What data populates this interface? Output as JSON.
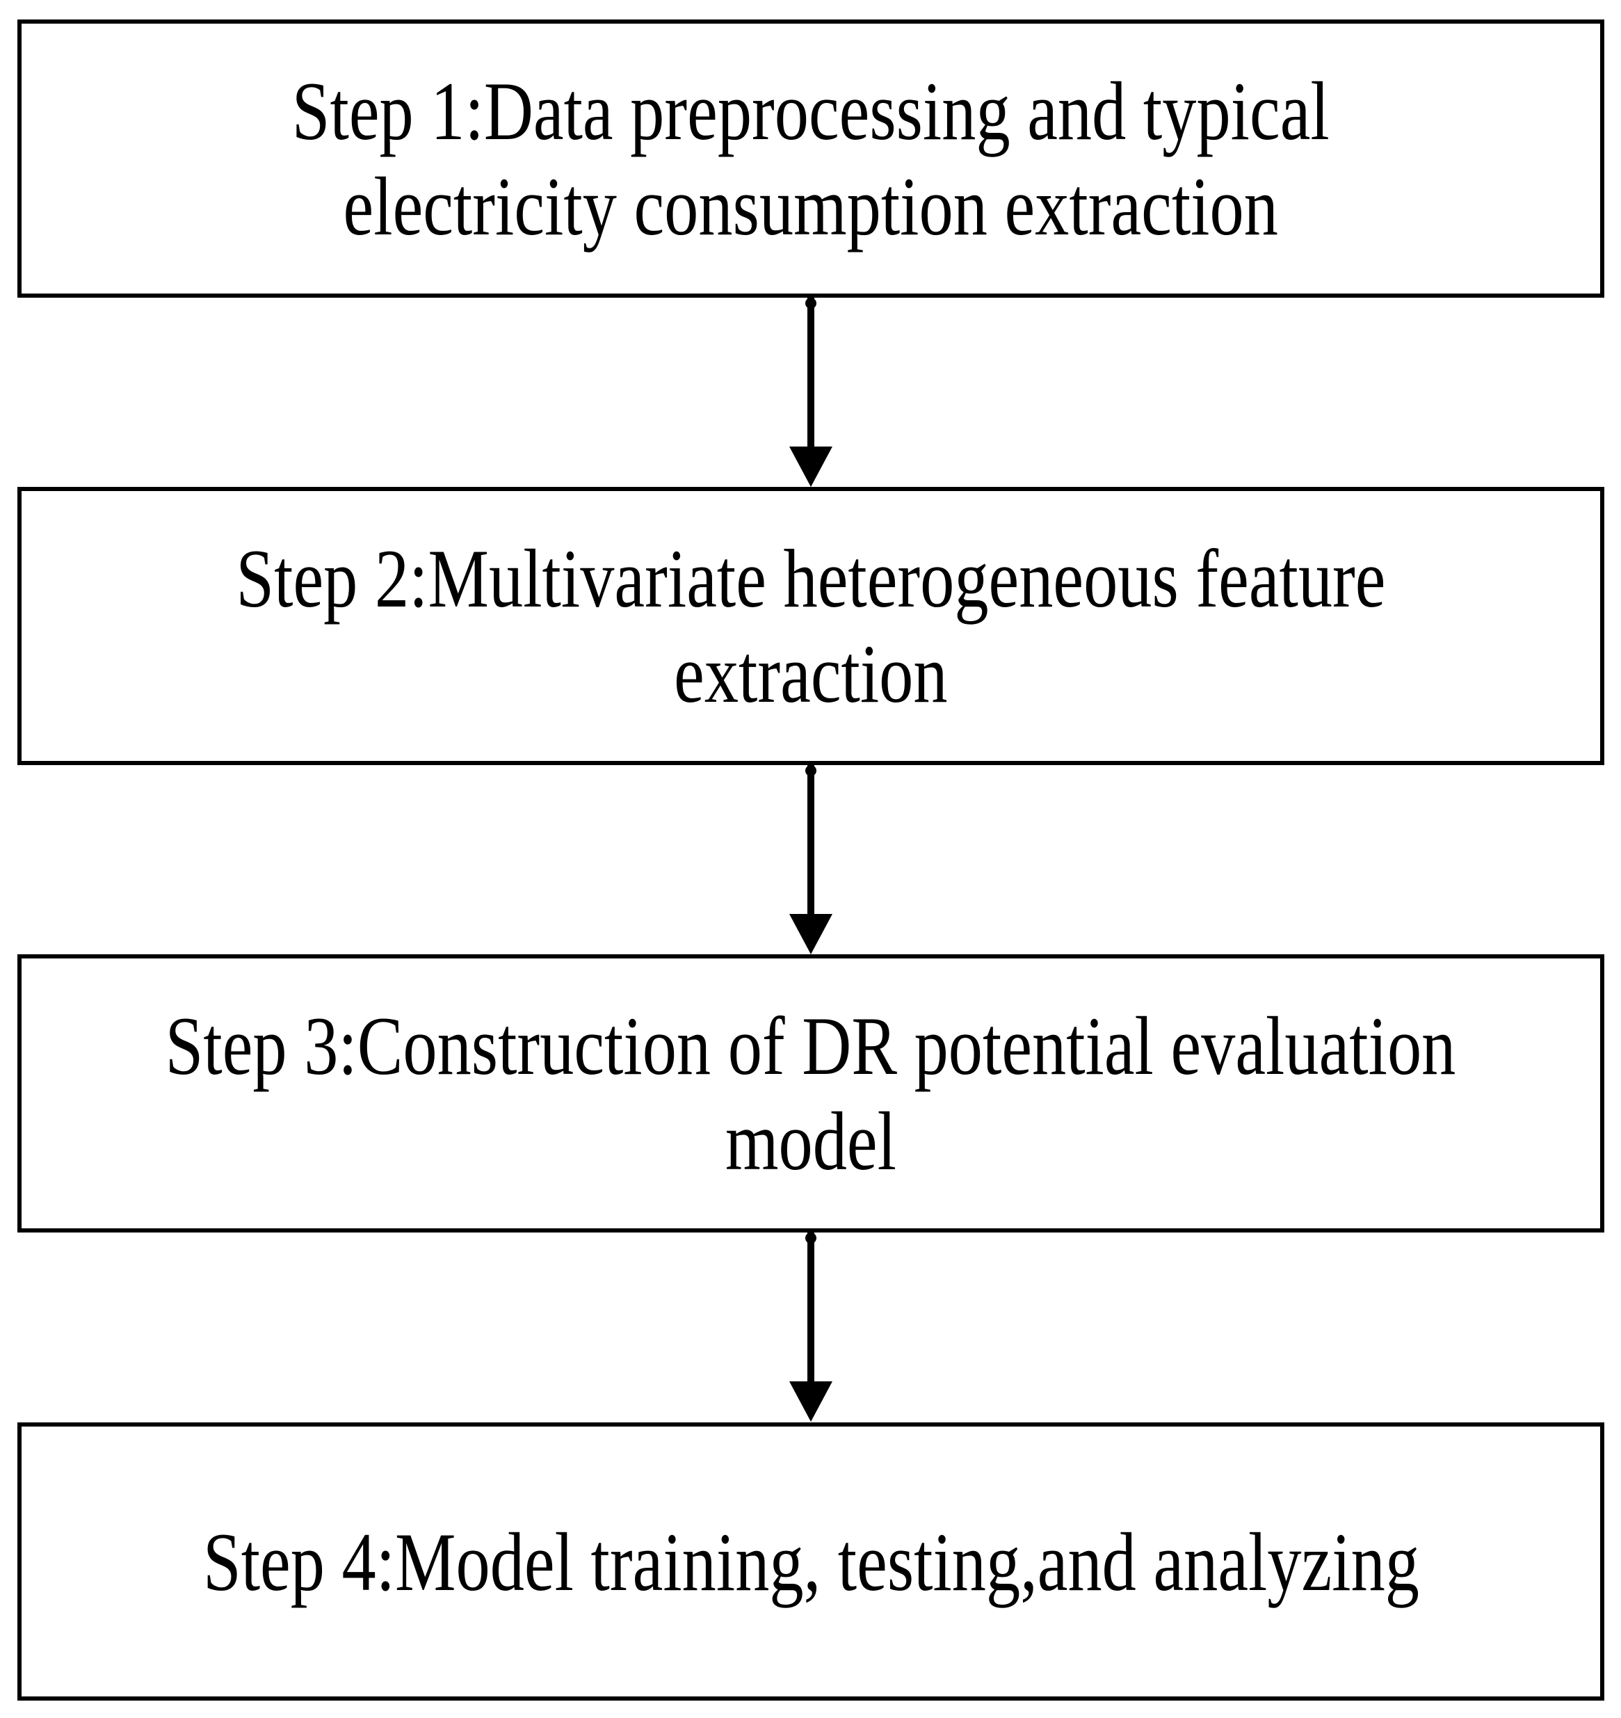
{
  "figure": {
    "type": "flowchart",
    "direction": "top-down",
    "background_color": "#ffffff",
    "box_border_color": "#000000",
    "text_color": "#000000",
    "arrow_color": "#000000"
  },
  "boxes": [
    {
      "id": "step-1",
      "text": "Step 1:Data preprocessing and typical electricity consumption extraction",
      "lines": [
        "Step 1:Data preprocessing and typical",
        "electricity consumption extraction"
      ]
    },
    {
      "id": "step-2",
      "text": "Step 2:Multivariate heterogeneous feature extraction",
      "lines": [
        "Step 2:Multivariate heterogeneous feature",
        "extraction"
      ]
    },
    {
      "id": "step-3",
      "text": "Step 3:Construction of DR potential evaluation model",
      "lines": [
        "Step 3:Construction of DR potential evaluation",
        "model"
      ]
    },
    {
      "id": "step-4",
      "text": "Step 4:Model training, testing,and analyzing",
      "lines": [
        "Step 4:Model training, testing,and analyzing"
      ]
    }
  ],
  "connectors": [
    {
      "from": "step-1",
      "to": "step-2",
      "type": "arrow-down"
    },
    {
      "from": "step-2",
      "to": "step-3",
      "type": "arrow-down"
    },
    {
      "from": "step-3",
      "to": "step-4",
      "type": "arrow-down"
    }
  ]
}
